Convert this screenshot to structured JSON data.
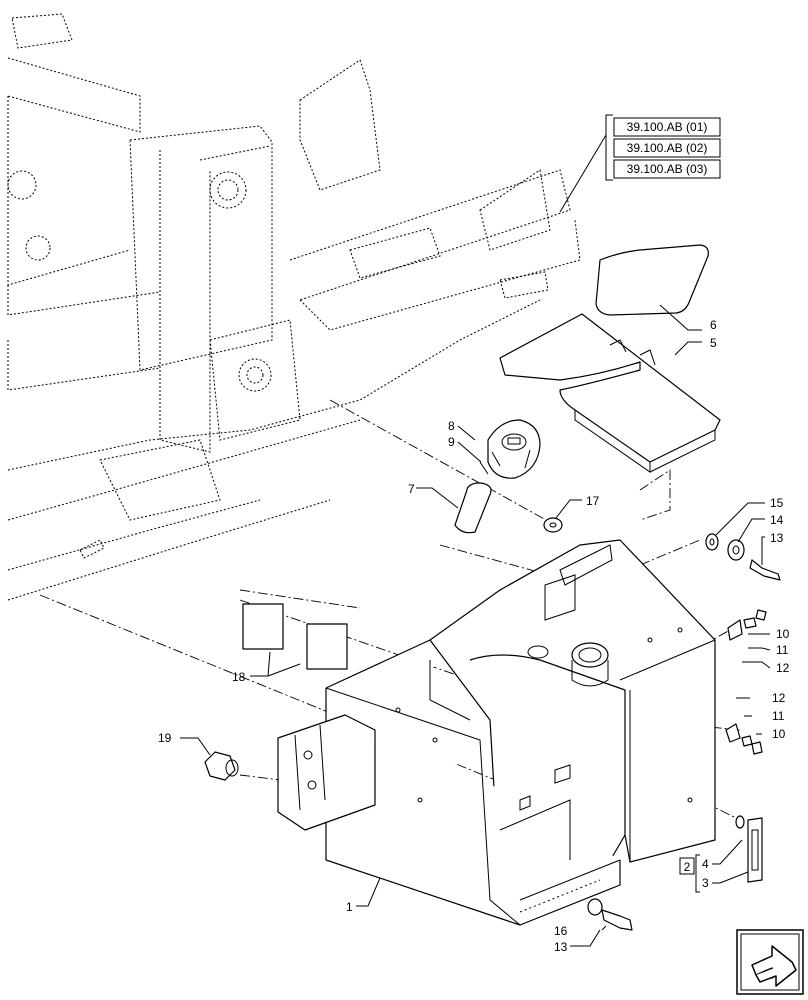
{
  "references": [
    "39.100.AB (01)",
    "39.100.AB (02)",
    "39.100.AB (03)"
  ],
  "callouts": {
    "c1": "1",
    "c2": "2",
    "c3": "3",
    "c4": "4",
    "c5": "5",
    "c6": "6",
    "c7": "7",
    "c8": "8",
    "c9": "9",
    "c10a": "10",
    "c11a": "11",
    "c12a": "12",
    "c12b": "12",
    "c11b": "11",
    "c10b": "10",
    "c13a": "13",
    "c14": "14",
    "c15": "15",
    "c16": "16",
    "c13b": "13",
    "c17": "17",
    "c18": "18",
    "c19": "19"
  },
  "icons": {
    "nav": "next-page-arrow-icon"
  }
}
